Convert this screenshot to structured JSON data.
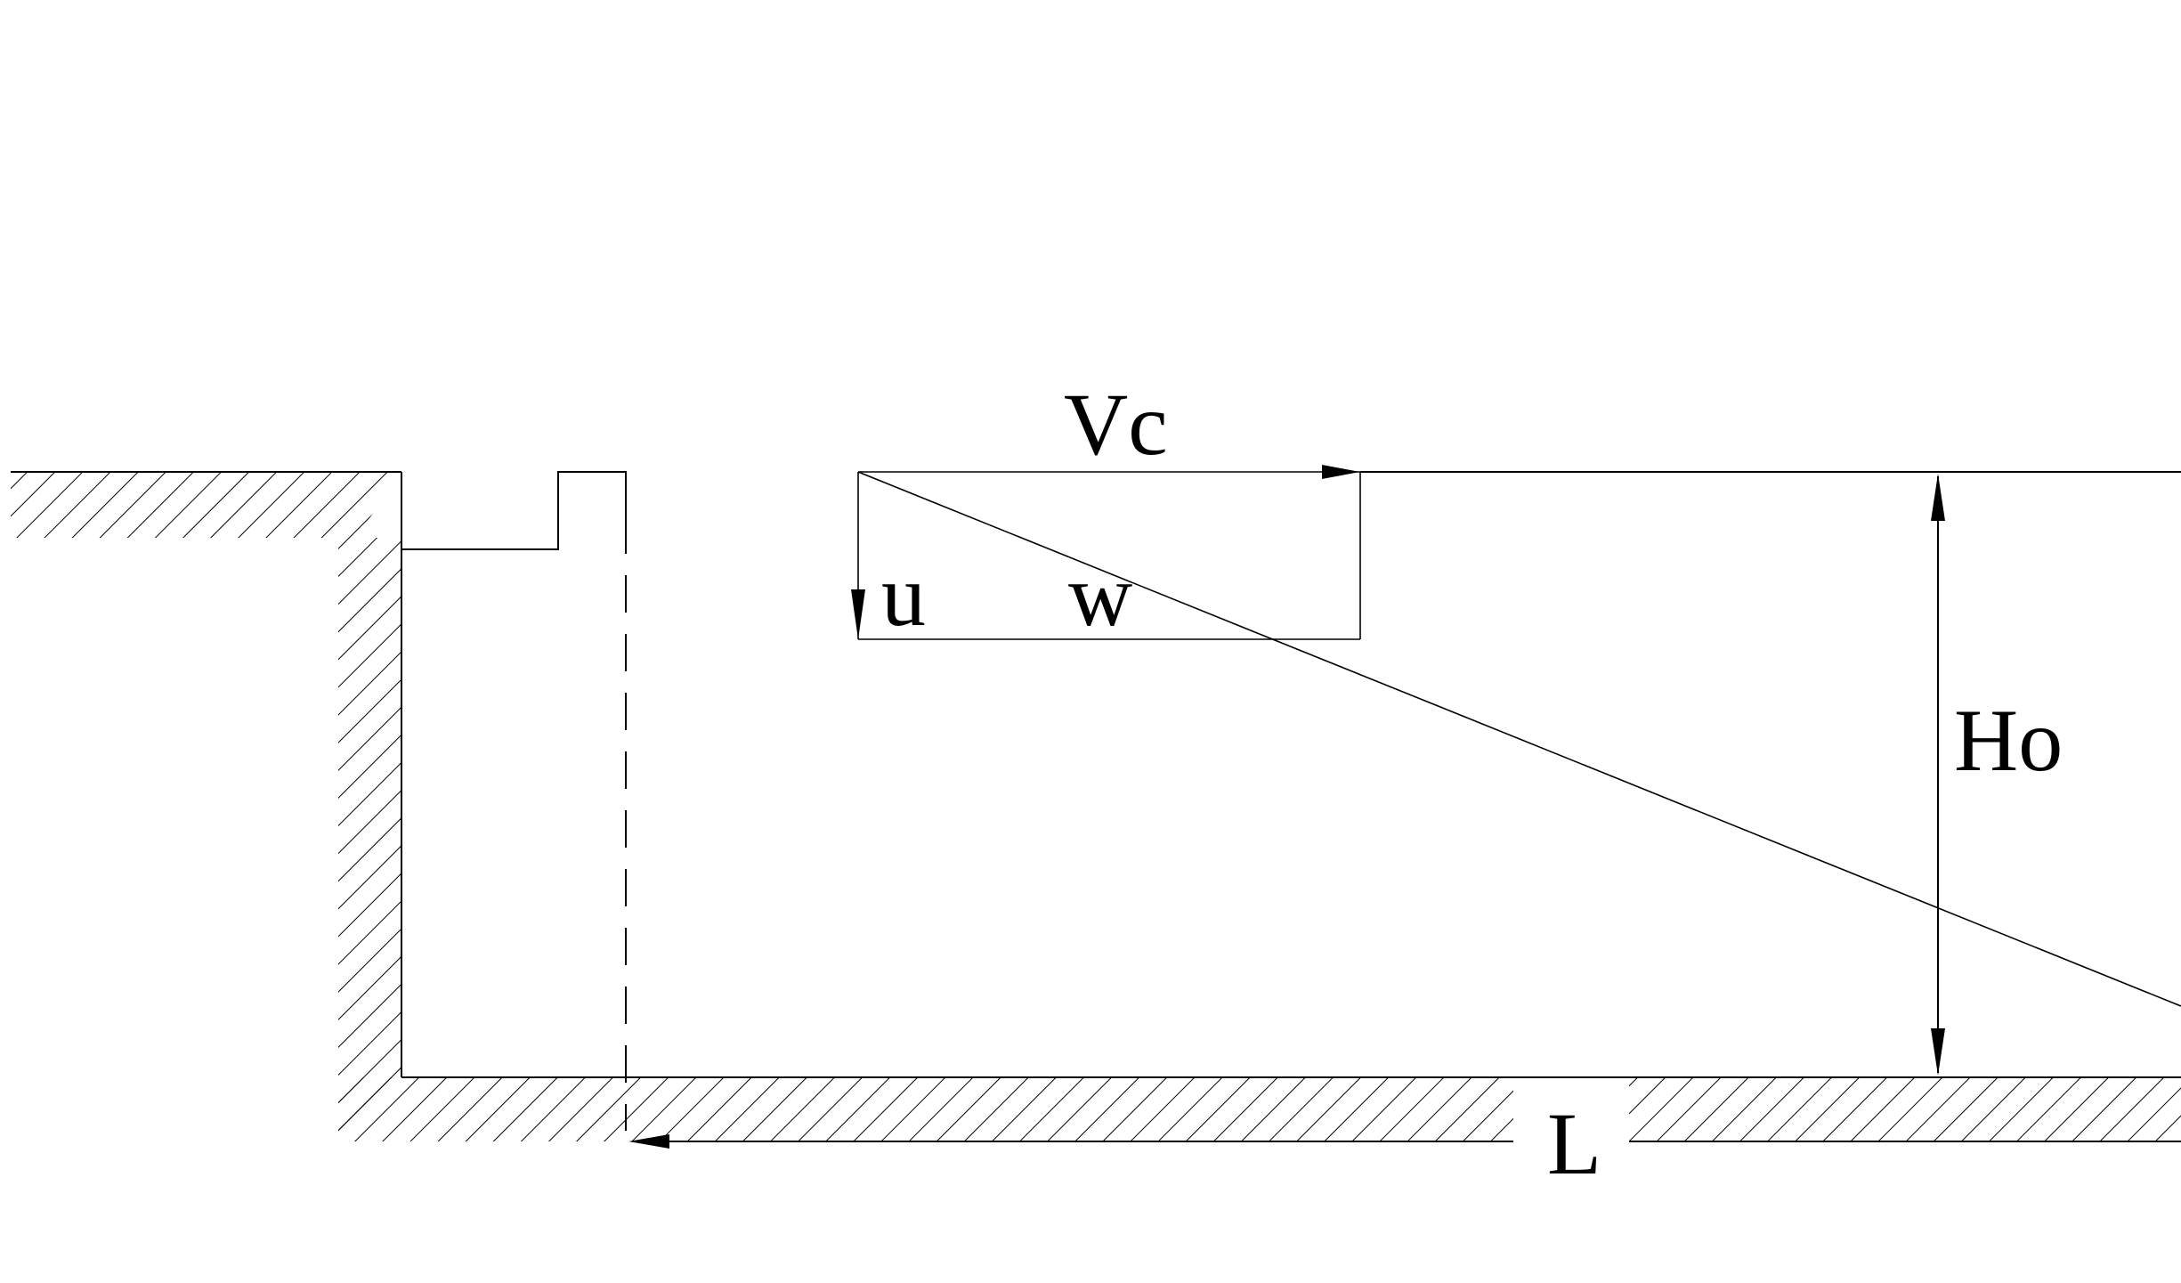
{
  "diagram": {
    "labels": {
      "vc": "Vc",
      "u": "u",
      "w": "w",
      "ho": "Ho",
      "l": "L"
    },
    "colors": {
      "line": "#000000",
      "background": "#ffffff"
    }
  }
}
